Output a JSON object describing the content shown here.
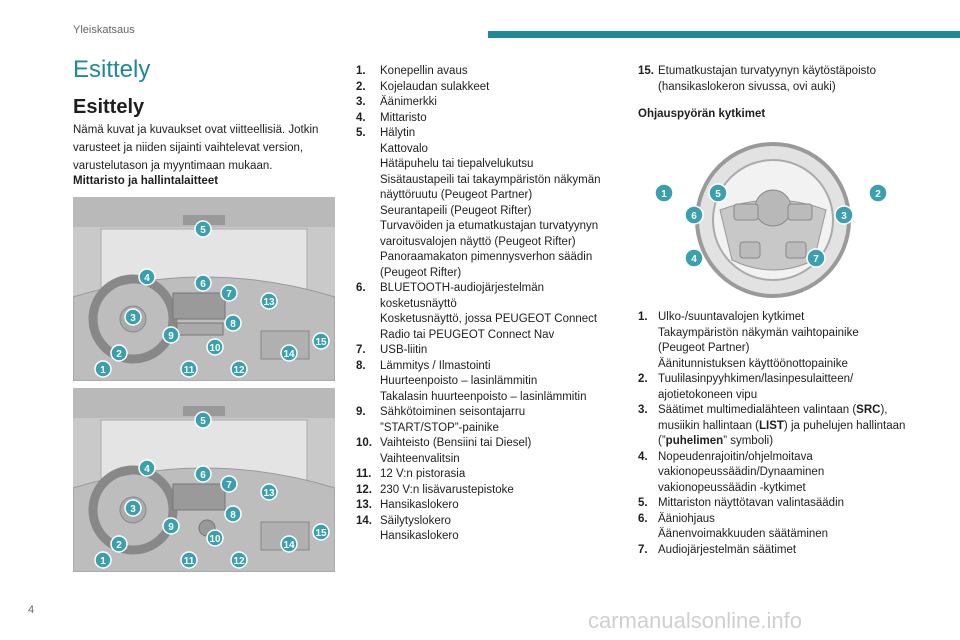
{
  "header": {
    "running_title": "Yleiskatsaus"
  },
  "section_title": "Esittely",
  "heading": "Esittely",
  "intro": "Nämä kuvat ja kuvaukset ovat viitteellisiä. Jotkin varusteet ja niiden sijainti vaihtelevat version, varustelutason ja myyntimaan mukaan.",
  "subheading_dashboard": "Mittaristo ja hallintalaitteet",
  "subheading_wheel": "Ohjauspyörän kytkimet",
  "callout_numbers": [
    "1",
    "2",
    "3",
    "4",
    "5",
    "6",
    "7",
    "8",
    "9",
    "10",
    "11",
    "12",
    "13",
    "14",
    "15"
  ],
  "wheel_callouts": [
    "1",
    "2",
    "3",
    "4",
    "5",
    "6",
    "7"
  ],
  "list_dashboard": [
    {
      "num": "1.",
      "lines": [
        "Konepellin avaus"
      ]
    },
    {
      "num": "2.",
      "lines": [
        "Kojelaudan sulakkeet"
      ]
    },
    {
      "num": "3.",
      "lines": [
        "Äänimerkki"
      ]
    },
    {
      "num": "4.",
      "lines": [
        "Mittaristo"
      ]
    },
    {
      "num": "5.",
      "lines": [
        "Hälytin",
        "Kattovalo",
        "Hätäpuhelu tai tiepalvelukutsu",
        "Sisätaustapeili tai takaympäristön näkymän näyttöruutu (Peugeot Partner)",
        "Seurantapeili (Peugeot Rifter)",
        "Turvavöiden ja etumatkustajan turvatyynyn varoitusvalojen näyttö (Peugeot Rifter)",
        "Panoraamakaton pimennysverhon säädin (Peugeot Rifter)"
      ]
    },
    {
      "num": "6.",
      "lines": [
        "BLUETOOTH-audiojärjestelmän kosketusnäyttö",
        "Kosketusnäyttö, jossa PEUGEOT Connect Radio tai PEUGEOT Connect Nav"
      ]
    },
    {
      "num": "7.",
      "lines": [
        "USB-liitin"
      ]
    },
    {
      "num": "8.",
      "lines": [
        "Lämmitys / Ilmastointi",
        "Huurteenpoisto – lasinlämmitin",
        "Takalasin huurteenpoisto – lasinlämmitin"
      ]
    },
    {
      "num": "9.",
      "lines": [
        "Sähkötoiminen seisontajarru",
        "”START/STOP”-painike"
      ]
    },
    {
      "num": "10.",
      "lines": [
        "Vaihteisto (Bensiini tai Diesel)",
        "Vaihteenvalitsin"
      ]
    },
    {
      "num": "11.",
      "lines": [
        "12 V:n pistorasia"
      ]
    },
    {
      "num": "12.",
      "lines": [
        "230 V:n lisävarustepistoke"
      ]
    },
    {
      "num": "13.",
      "lines": [
        "Hansikaslokero"
      ]
    },
    {
      "num": "14.",
      "lines": [
        "Säilytyslokero",
        "Hansikaslokero"
      ]
    }
  ],
  "list_col3_top": [
    {
      "num": "15.",
      "lines": [
        "Etumatkustajan turvatyynyn käytöstäpoisto (hansikaslokeron sivussa, ovi auki)"
      ]
    }
  ],
  "list_wheel": [
    {
      "num": "1.",
      "lines": [
        "Ulko-/suuntavalojen kytkimet",
        "Takaympäristön näkymän vaihtopainike (Peugeot Partner)",
        "Äänitunnistuksen käyttöönottopainike"
      ]
    },
    {
      "num": "2.",
      "lines": [
        "Tuulilasinpyyhkimen/lasinpesulaitteen/ ajotietokoneen vipu"
      ]
    },
    {
      "num": "3.",
      "lines": [
        "Säätimet multimedialähteen valintaan (SRC), musiikin hallintaan (LIST) ja puhelujen hallintaan (”puhelimen” symboli)"
      ]
    },
    {
      "num": "4.",
      "lines": [
        "Nopeudenrajoitin/ohjelmoitava vakionopeussäädin/Dynaaminen vakionopeussäädin -kytkimet"
      ]
    },
    {
      "num": "5.",
      "lines": [
        "Mittariston näyttötavan valintasäädin"
      ]
    },
    {
      "num": "6.",
      "lines": [
        "Ääniohjaus",
        "Äänenvoimakkuuden säätäminen"
      ]
    },
    {
      "num": "7.",
      "lines": [
        "Audiojärjestelmän säätimet"
      ]
    }
  ],
  "page_number": "4",
  "watermark": "carmanualsonline.info",
  "colors": {
    "accent": "#1e8a96",
    "callout": "#3aa0ad"
  }
}
